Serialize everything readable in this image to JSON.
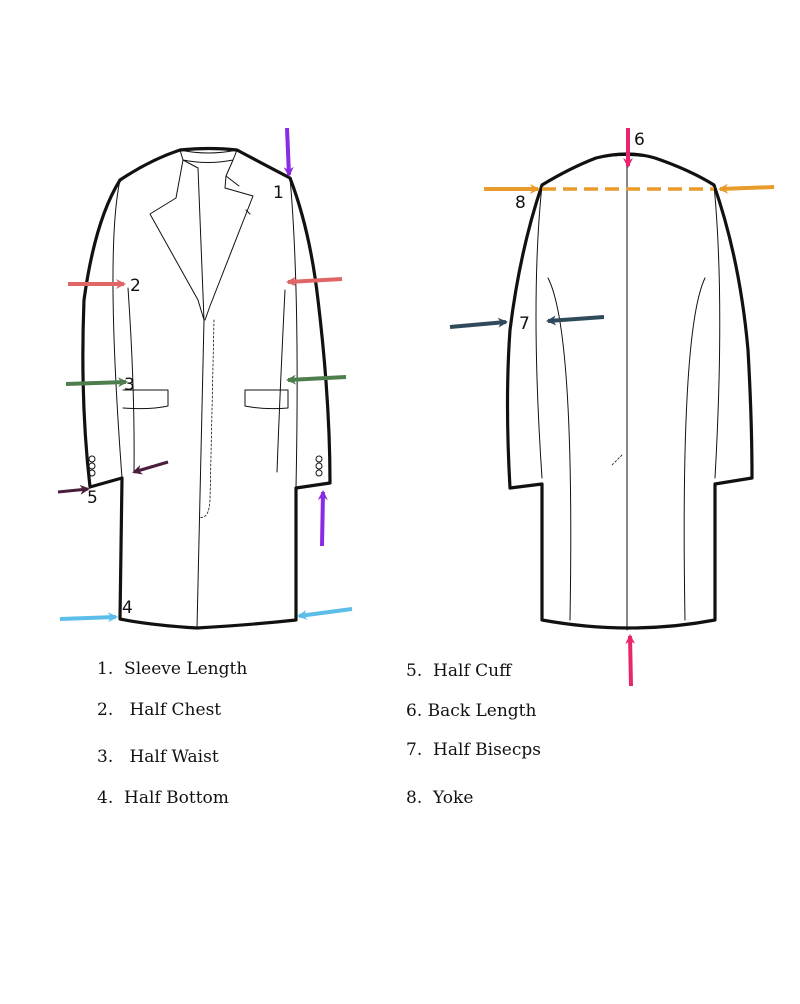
{
  "colors": {
    "sleeve_length": "#8a2be2",
    "half_chest": "#e06666",
    "half_waist": "#4e7d4e",
    "half_bottom": "#5bbde8",
    "half_cuff": "#4a1d3a",
    "back_length": "#e8266e",
    "half_biceps": "#2f4a5a",
    "yoke": "#e89a2a",
    "outline": "#111111"
  },
  "markers": {
    "m1": "1",
    "m2": "2",
    "m3": "3",
    "m4": "4",
    "m5": "5",
    "m6": "6",
    "m7": "7",
    "m8": "8"
  },
  "legend": {
    "left": [
      {
        "num": "1.",
        "label": "Sleeve Length"
      },
      {
        "num": "2.",
        "label": "Half Chest"
      },
      {
        "num": "3.",
        "label": "Half Waist"
      },
      {
        "num": "4.",
        "label": "Half Bottom"
      }
    ],
    "right": [
      {
        "num": "5.",
        "label": "Half Cuff"
      },
      {
        "num": "6.",
        "label": "Back Length"
      },
      {
        "num": "7.",
        "label": "Half Bisecps"
      },
      {
        "num": "8.",
        "label": "Yoke"
      }
    ]
  }
}
